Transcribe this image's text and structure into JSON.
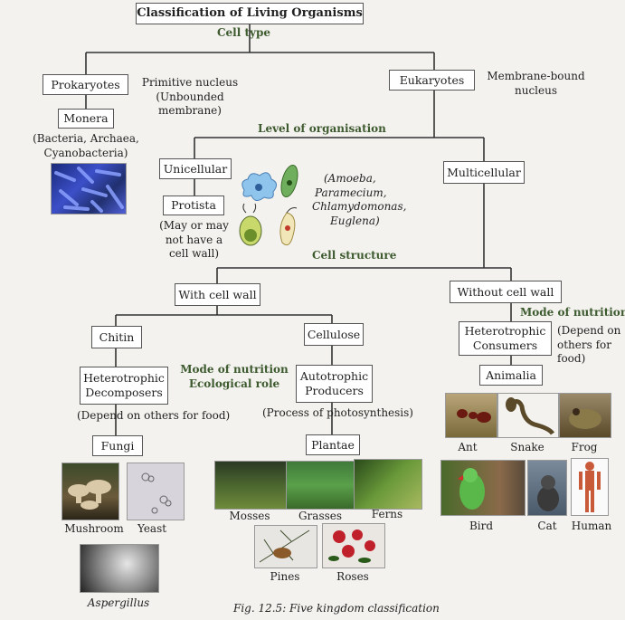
{
  "title": "Classification of Living Organisms",
  "cell_type": "Cell type",
  "prokaryotes": "Prokaryotes",
  "prok_note_1": "Primitive nucleus",
  "prok_note_2": "(Unbounded",
  "prok_note_3": "membrane)",
  "eukaryotes": "Eukaryotes",
  "euk_note_1": "Membrane-bound",
  "euk_note_2": "nucleus",
  "monera": "Monera",
  "monera_ex_1": "(Bacteria, Archaea,",
  "monera_ex_2": "Cyanobacteria)",
  "level_org": "Level of organisation",
  "unicellular": "Unicellular",
  "multicellular": "Multicellular",
  "protista": "Protista",
  "protista_note_1": "(May or may",
  "protista_note_2": "not have a",
  "protista_note_3": "cell wall)",
  "protista_ex_1": "(Amoeba,",
  "protista_ex_2": "Paramecium,",
  "protista_ex_3": "Chlamydomonas,",
  "protista_ex_4": "Euglena)",
  "cell_structure": "Cell structure",
  "with_wall": "With cell wall",
  "without_wall": "Without cell wall",
  "mode_nutrition_right": "Mode of nutrition",
  "chitin": "Chitin",
  "cellulose": "Cellulose",
  "het_cons_1": "Heterotrophic",
  "het_cons_2": "Consumers",
  "depend_1": "(Depend on",
  "depend_2": "others for",
  "depend_3": "food)",
  "het_dec_1": "Heterotrophic",
  "het_dec_2": "Decomposers",
  "mode_nutrition_mid": "Mode of nutrition",
  "eco_role": "Ecological role",
  "auto_1": "Autotrophic",
  "auto_2": "Producers",
  "animalia": "Animalia",
  "depend_food": "(Depend on others for food)",
  "photosynthesis": "(Process of photosynthesis)",
  "fungi": "Fungi",
  "plantae": "Plantae",
  "captions": {
    "mushroom": "Mushroom",
    "yeast": "Yeast",
    "aspergillus": "Aspergillus",
    "mosses": "Mosses",
    "grasses": "Grasses",
    "ferns": "Ferns",
    "pines": "Pines",
    "roses": "Roses",
    "ant": "Ant",
    "snake": "Snake",
    "frog": "Frog",
    "bird": "Bird",
    "cat": "Cat",
    "human": "Human"
  },
  "figure_caption": "Fig. 12.5: Five kingdom classification"
}
